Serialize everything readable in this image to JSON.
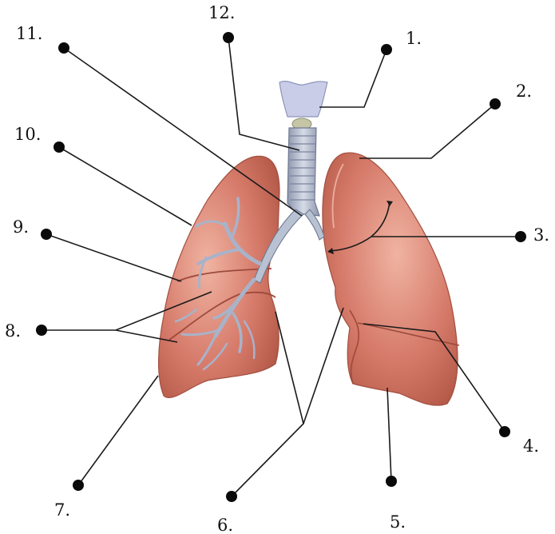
{
  "diagram": {
    "subject": "lungs-and-airways",
    "colors": {
      "lung": "#d67a6a",
      "lung_shadow": "#b45848",
      "lung_highlight": "#f0b3a1",
      "airway": "#b9c2d2",
      "airway_dark": "#7f8aa3",
      "larynx": "#c9cde8",
      "line": "#1a1a1a",
      "text": "#111111"
    },
    "labels": [
      {
        "id": "1",
        "text": "1."
      },
      {
        "id": "2",
        "text": "2."
      },
      {
        "id": "3",
        "text": "3."
      },
      {
        "id": "4",
        "text": "4."
      },
      {
        "id": "5",
        "text": "5."
      },
      {
        "id": "6",
        "text": "6."
      },
      {
        "id": "7",
        "text": "7."
      },
      {
        "id": "8",
        "text": "8."
      },
      {
        "id": "9",
        "text": "9."
      },
      {
        "id": "10",
        "text": "10."
      },
      {
        "id": "11",
        "text": "11."
      },
      {
        "id": "12",
        "text": "12."
      }
    ]
  }
}
